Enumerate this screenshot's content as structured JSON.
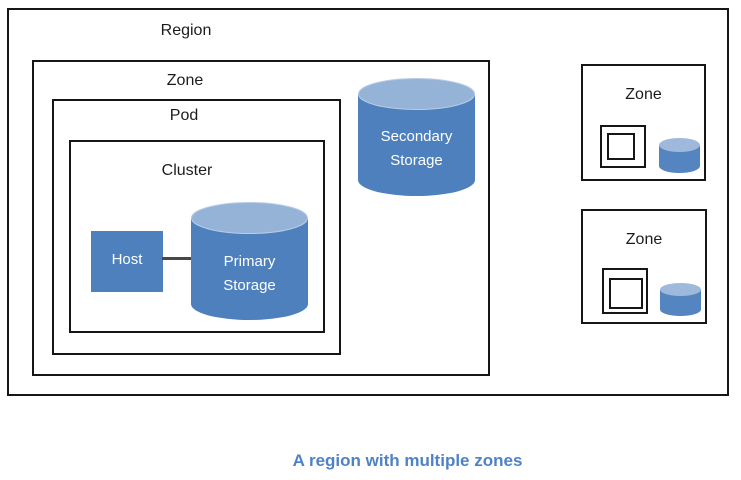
{
  "diagram": {
    "region": {
      "label": "Region"
    },
    "zone": {
      "label": "Zone"
    },
    "pod": {
      "label": "Pod"
    },
    "cluster": {
      "label": "Cluster"
    },
    "host": {
      "label": "Host"
    },
    "primary_storage": {
      "line1": "Primary",
      "line2": "Storage"
    },
    "secondary_storage": {
      "line1": "Secondary",
      "line2": "Storage"
    },
    "right_zones": [
      {
        "label": "Zone"
      },
      {
        "label": "Zone"
      }
    ]
  },
  "caption": "A region with multiple zones",
  "colors": {
    "accent_blue": "#4d80bd",
    "cylinder_top_blue": "#95b3d7",
    "cylinder_top_rim": "#b9cce6",
    "small_cylinder_blue": "#5585c0",
    "small_cylinder_top_blue": "#9fb9dd",
    "border_black": "#161616",
    "connector_gray": "#474747",
    "caption_blue": "#4e82c6",
    "label_text": "#1c1c1c",
    "shape_text": "#ffffff"
  }
}
